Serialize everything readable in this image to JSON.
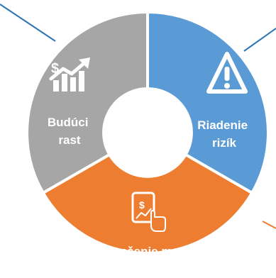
{
  "segments": [
    {
      "id": "budoucny-rast",
      "lines": [
        "Budúci",
        "rast"
      ],
      "color": "#a6a6a6",
      "icon": "money-growth-chart-icon"
    },
    {
      "id": "riadenie-rizik",
      "lines": [
        "Riadenie",
        "rizík"
      ],
      "color": "#5b9bd5",
      "icon": "warning-triangle-icon"
    },
    {
      "id": "zlepsenie-marzi",
      "lines": [
        "Zlepšenie marží"
      ],
      "color": "#ed7d31",
      "icon": "tablet-chart-icon"
    }
  ],
  "colors": {
    "connector_left": "#2e75b6",
    "connector_right": "#2e75b6",
    "connector_bottom": "#ed7d31",
    "center_hole": "#ffffff"
  }
}
